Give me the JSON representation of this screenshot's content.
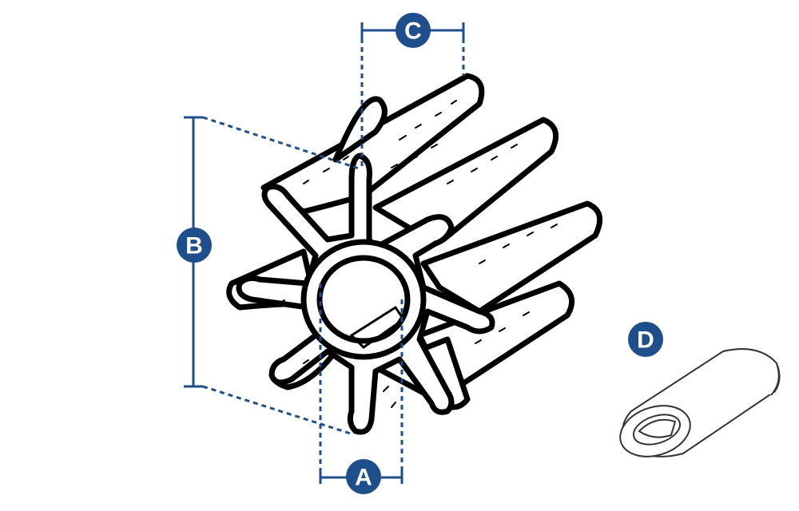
{
  "labels": {
    "a": "A",
    "b": "B",
    "c": "C",
    "d": "D"
  },
  "colors": {
    "dimension": "#1f4e8c",
    "ink": "#000000",
    "background": "#ffffff"
  },
  "parts": {
    "impeller": "impeller-icon",
    "sleeve": "sleeve-insert-icon"
  }
}
